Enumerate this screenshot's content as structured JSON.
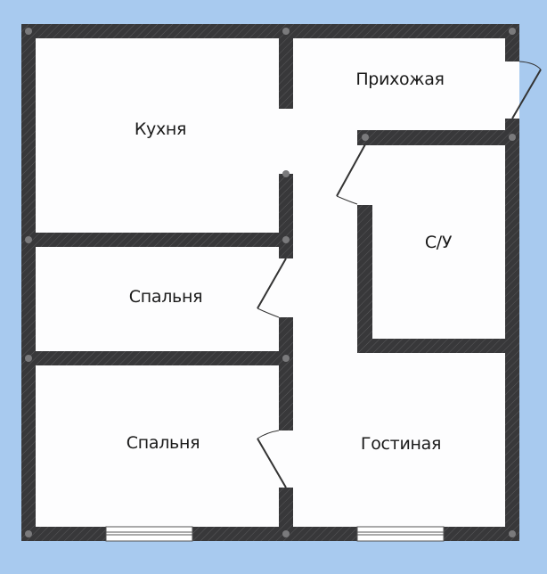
{
  "plan": {
    "rooms": [
      {
        "id": "kitchen",
        "name": "Кухня"
      },
      {
        "id": "hallway",
        "name": "Прихожая"
      },
      {
        "id": "bathroom",
        "name": "С/У"
      },
      {
        "id": "bedroom1",
        "name": "Спальня"
      },
      {
        "id": "bedroom2",
        "name": "Спальня"
      },
      {
        "id": "living",
        "name": "Гостиная"
      }
    ],
    "colors": {
      "background": "#a8caef",
      "wall": "#3a3a3c",
      "floor": "#ffffff",
      "column": "#777777"
    }
  }
}
